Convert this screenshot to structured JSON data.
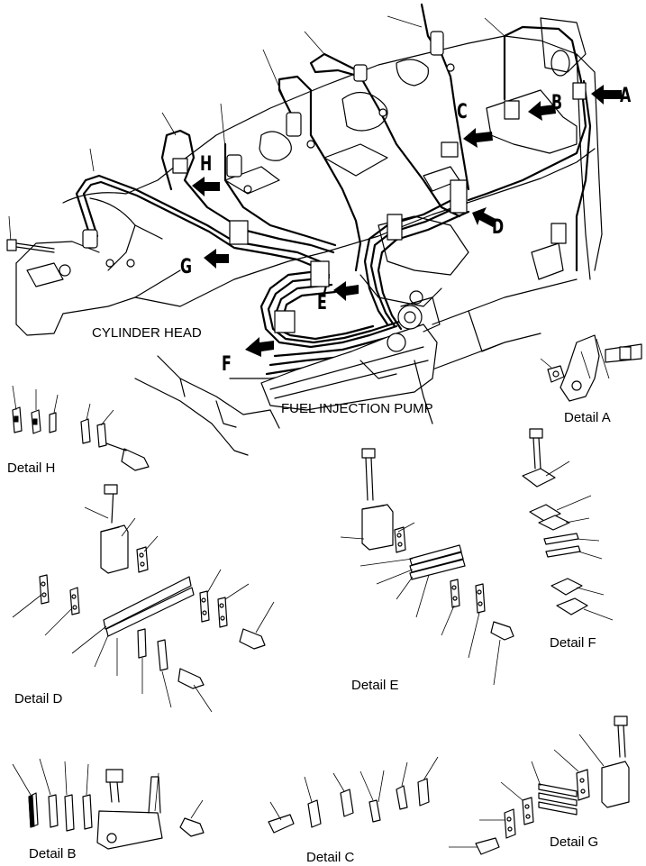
{
  "labels": {
    "cylinder_head": "CYLINDER HEAD",
    "fuel_injection_pump": "FUEL INJECTION PUMP"
  },
  "callouts": [
    "A",
    "B",
    "C",
    "D",
    "E",
    "F",
    "G",
    "H"
  ],
  "details": {
    "a": "Detail A",
    "b": "Detail B",
    "c": "Detail C",
    "d": "Detail D",
    "e": "Detail E",
    "f": "Detail F",
    "g": "Detail G",
    "h": "Detail H"
  }
}
